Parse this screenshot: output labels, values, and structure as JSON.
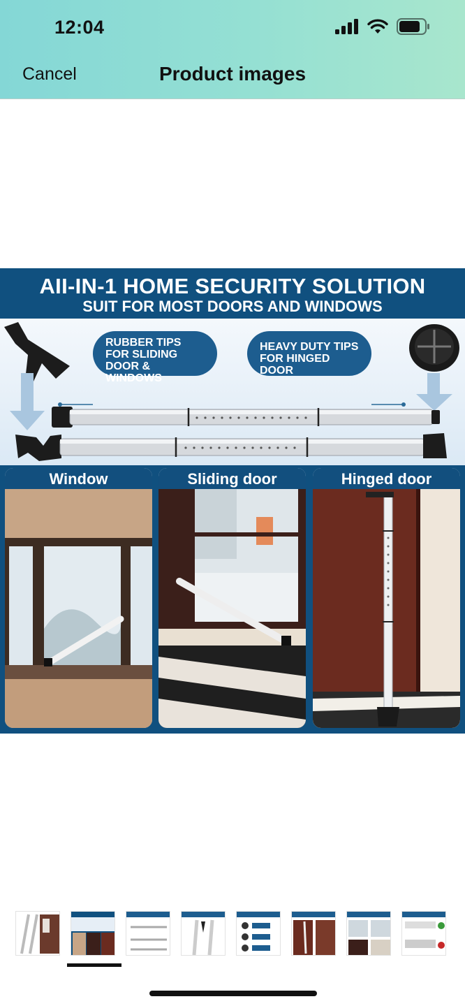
{
  "status_bar": {
    "time": "12:04",
    "icons": [
      "signal-icon",
      "wifi-icon",
      "battery-icon"
    ]
  },
  "nav": {
    "cancel_label": "Cancel",
    "title": "Product images"
  },
  "product_image": {
    "headline": "AII-IN-1 HOME SECURITY SOLUTION",
    "subheadline": "SUIT FOR MOST DOORS AND WINDOWS",
    "tip_left": "RUBBER TIPS FOR SLIDING DOOR & WINDOWS",
    "tip_right": "HEAVY DUTY TIPS FOR HINGED DOOR",
    "panels": [
      "Window",
      "Sliding door",
      "Hinged door"
    ]
  },
  "thumbnails": {
    "count": 8,
    "selected_index": 1
  },
  "colors": {
    "header_gradient_start": "#84d7d6",
    "header_gradient_end": "#a8e6cd",
    "banner_blue": "#10507f",
    "pill_blue": "#1d5d8f"
  }
}
